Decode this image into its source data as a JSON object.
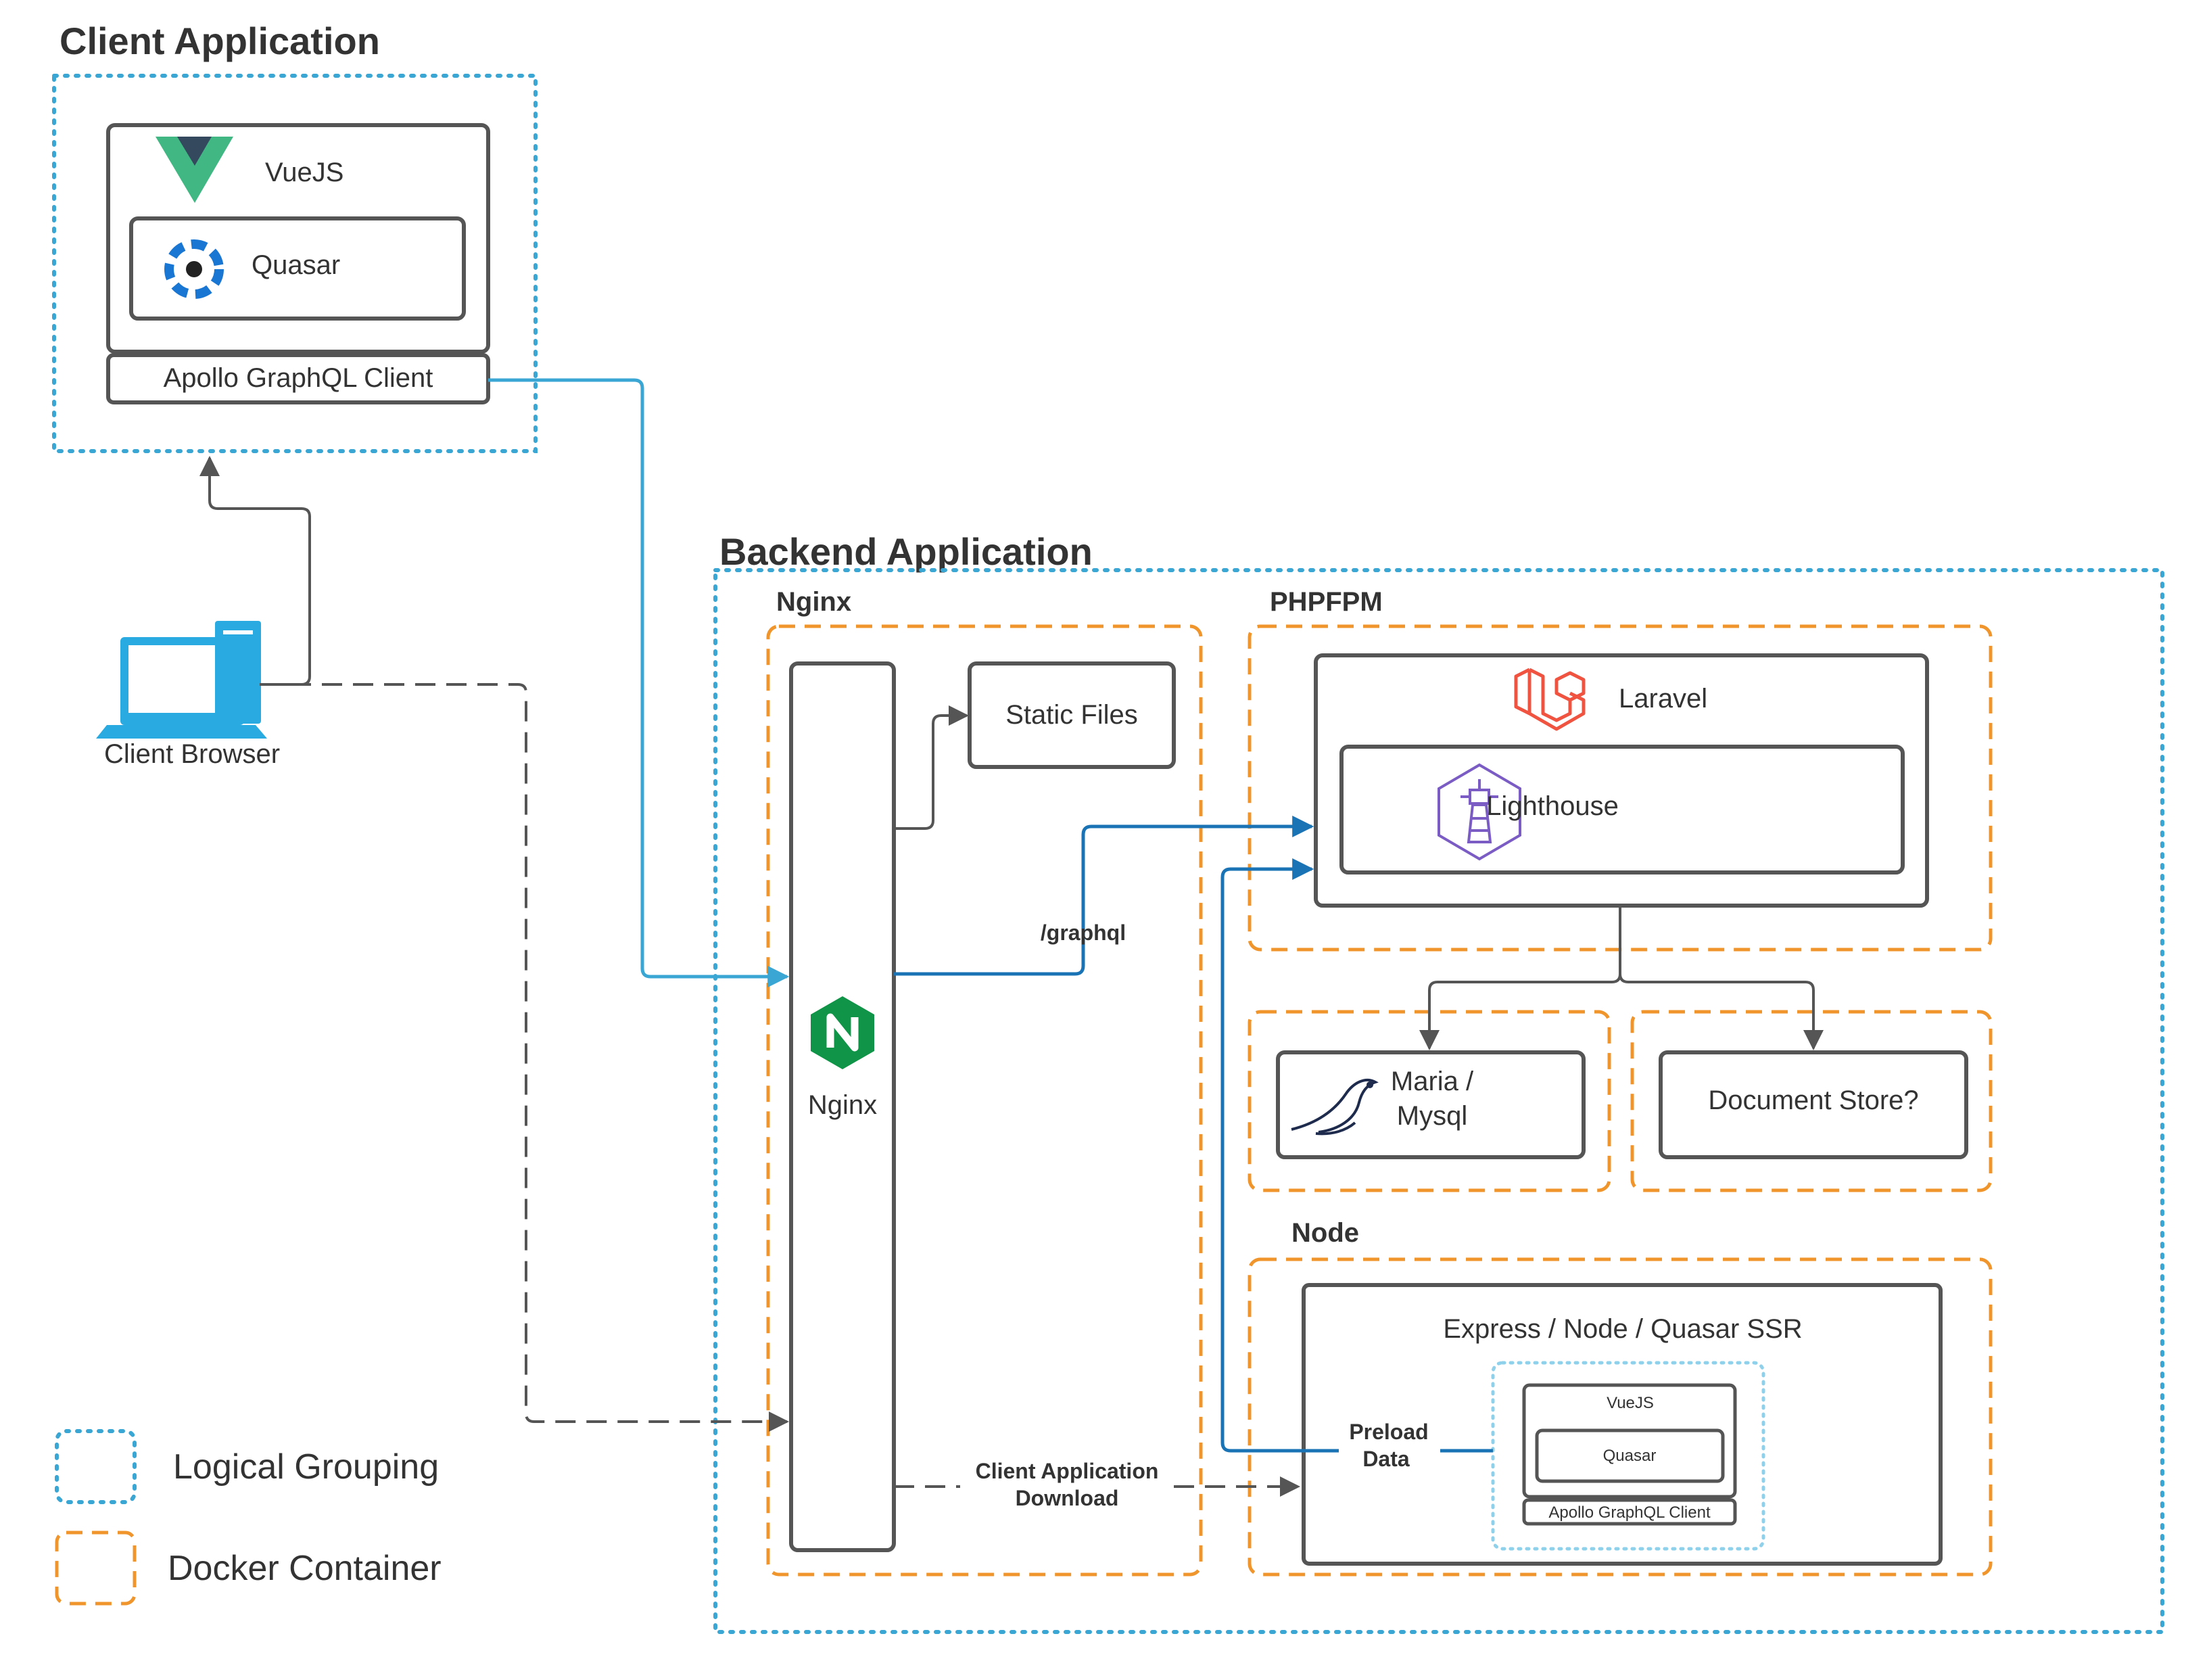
{
  "titles": {
    "client_application": "Client Application",
    "backend_application": "Backend Application"
  },
  "containers": {
    "nginx": "Nginx",
    "phpfpm": "PHPFPM",
    "node": "Node"
  },
  "nodes": {
    "vuejs": "VueJS",
    "quasar": "Quasar",
    "apollo_client": "Apollo GraphQL Client",
    "client_browser": "Client Browser",
    "nginx": "Nginx",
    "static_files": "Static Files",
    "laravel": "Laravel",
    "lighthouse": "Lighthouse",
    "maria_line1": "Maria /",
    "maria_line2": "Mysql",
    "document_store": "Document Store?",
    "express": "Express / Node / Quasar SSR",
    "ssr_vuejs": "VueJS",
    "ssr_quasar": "Quasar",
    "ssr_apollo": "Apollo GraphQL Client"
  },
  "edges": {
    "graphql": "/graphql",
    "preload_line1": "Preload",
    "preload_line2": "Data",
    "download_line1": "Client Application",
    "download_line2": "Download"
  },
  "legend": {
    "logical": "Logical Grouping",
    "docker": "Docker Container"
  },
  "colors": {
    "logical_border": "#3aa6d4",
    "docker_border": "#f0952c",
    "box_border": "#555555",
    "client_link": "#3aa6d4",
    "graphql_link": "#1a73b5",
    "gray_link": "#555555",
    "nginx_green": "#109447",
    "laravel_red": "#f05340",
    "lighthouse_purple": "#7a5cc4",
    "vue_green": "#41b883",
    "vue_dark": "#34495e",
    "quasar_blue": "#1976d2",
    "browser_blue": "#29abe2"
  }
}
